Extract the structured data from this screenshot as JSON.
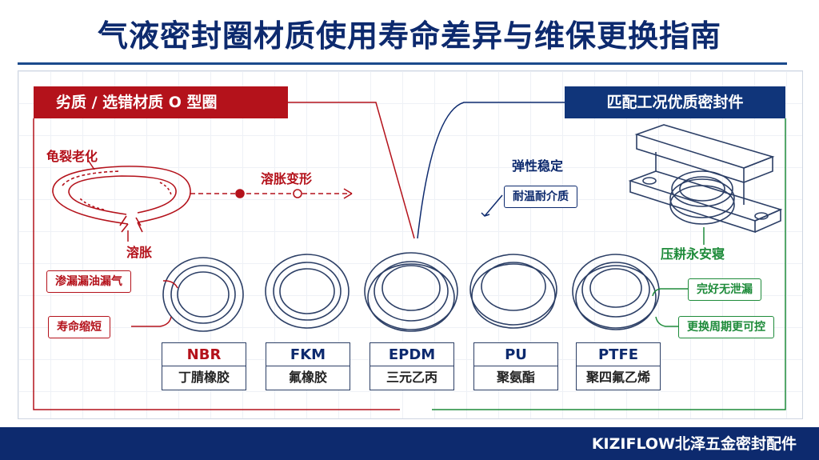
{
  "title": "气液密封圈材质使用寿命差异与维保更换指南",
  "left_tag": "劣质 / 选错材质 O 型圈",
  "right_tag": "匹配工况优质密封件",
  "left_annotations": {
    "crack": "龟裂老化",
    "swell_deform": "溶胀变形",
    "swell": "溶胀",
    "leak": "渗漏漏油漏气",
    "short_life": "寿命缩短"
  },
  "right_annotations": {
    "stable": "弹性稳定",
    "resist": "耐温耐介质",
    "install": "压耕永安寝",
    "no_leak": "完好无泄漏",
    "controllable": "更换周期更可控"
  },
  "materials": [
    {
      "code": "NBR",
      "name": "丁腈橡胶"
    },
    {
      "code": "FKM",
      "name": "氟橡胶"
    },
    {
      "code": "EPDM",
      "name": "三元乙丙"
    },
    {
      "code": "PU",
      "name": "聚氨酯"
    },
    {
      "code": "PTFE",
      "name": "聚四氟乙烯"
    }
  ],
  "footer": "KIZIFLOW北泽五金密封配件",
  "colors": {
    "red": "#b4121b",
    "navy": "#0d2a6e",
    "green": "#1e8b3a"
  }
}
